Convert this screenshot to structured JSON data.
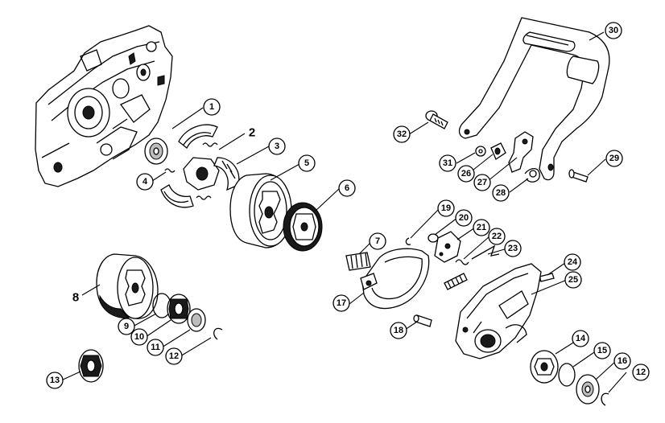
{
  "callouts": [
    {
      "id": "1",
      "label": "1"
    },
    {
      "id": "2",
      "label": "2"
    },
    {
      "id": "3",
      "label": "3"
    },
    {
      "id": "4",
      "label": "4"
    },
    {
      "id": "5",
      "label": "5"
    },
    {
      "id": "6",
      "label": "6"
    },
    {
      "id": "7",
      "label": "7"
    },
    {
      "id": "8",
      "label": "8"
    },
    {
      "id": "9",
      "label": "9"
    },
    {
      "id": "10",
      "label": "10"
    },
    {
      "id": "11",
      "label": "11"
    },
    {
      "id": "12a",
      "label": "12"
    },
    {
      "id": "12b",
      "label": "12"
    },
    {
      "id": "13",
      "label": "13"
    },
    {
      "id": "14",
      "label": "14"
    },
    {
      "id": "15",
      "label": "15"
    },
    {
      "id": "16",
      "label": "16"
    },
    {
      "id": "17",
      "label": "17"
    },
    {
      "id": "18",
      "label": "18"
    },
    {
      "id": "19",
      "label": "19"
    },
    {
      "id": "20",
      "label": "20"
    },
    {
      "id": "21",
      "label": "21"
    },
    {
      "id": "22",
      "label": "22"
    },
    {
      "id": "23",
      "label": "23"
    },
    {
      "id": "24",
      "label": "24"
    },
    {
      "id": "25",
      "label": "25"
    },
    {
      "id": "26",
      "label": "26"
    },
    {
      "id": "27",
      "label": "27"
    },
    {
      "id": "28",
      "label": "28"
    },
    {
      "id": "29",
      "label": "29"
    },
    {
      "id": "30",
      "label": "30"
    },
    {
      "id": "31",
      "label": "31"
    },
    {
      "id": "32",
      "label": "32"
    }
  ]
}
